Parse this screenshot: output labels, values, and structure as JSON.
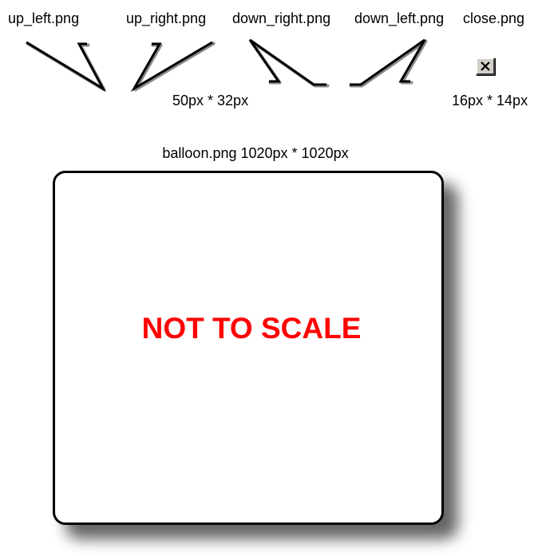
{
  "labels": {
    "up_left": "up_left.png",
    "up_right": "up_right.png",
    "down_right": "down_right.png",
    "down_left": "down_left.png",
    "close": "close.png",
    "pointer_size": "50px * 32px",
    "close_size": "16px * 14px",
    "balloon_caption": "balloon.png 1020px * 1020px",
    "scale_note": "NOT TO SCALE"
  },
  "icons": {
    "up_left": "up-left-pointer-icon",
    "up_right": "up-right-pointer-icon",
    "down_right": "down-right-pointer-icon",
    "down_left": "down-left-pointer-icon",
    "close": "close-icon"
  },
  "colors": {
    "scale_note": "#ff0000",
    "close_button_face": "#d4d0c8"
  }
}
